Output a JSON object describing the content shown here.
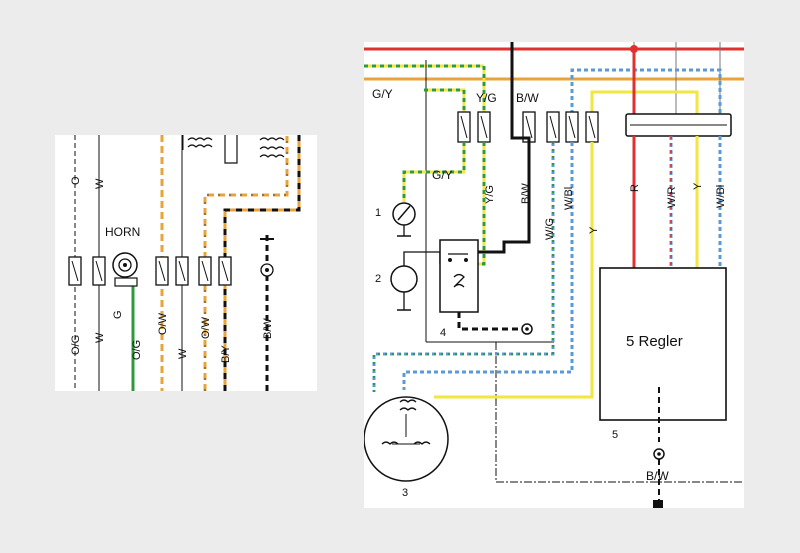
{
  "left_panel": {
    "top_labels": [
      "O",
      "W"
    ],
    "horn_label": "HORN",
    "bottom_labels": [
      "O/G",
      "W",
      "G",
      "O/G",
      "O/W",
      "W",
      "O/W",
      "B/Y",
      "B/W"
    ]
  },
  "right_panel": {
    "top_labels": {
      "gy": "G/Y",
      "yg": "Y/G",
      "bw": "B/W"
    },
    "mid_labels": {
      "gy": "G/Y",
      "yg": "Y/G",
      "bw": "B/W",
      "wg": "W/G",
      "wbl": "W/Bl",
      "y": "Y",
      "r": "R",
      "wr": "W/R",
      "y2": "Y",
      "wbl2": "W/Bl"
    },
    "component_numbers": [
      "1",
      "2",
      "4",
      "3",
      "5"
    ],
    "regulator_label": "5 Regler",
    "bottom_ground_label": "B/W"
  },
  "colors": {
    "orange": "#e8a33a",
    "green": "#2e9a3c",
    "yellow": "#f2e640",
    "red": "#e03030",
    "blue": "#5a9ad6",
    "black": "#111111"
  }
}
